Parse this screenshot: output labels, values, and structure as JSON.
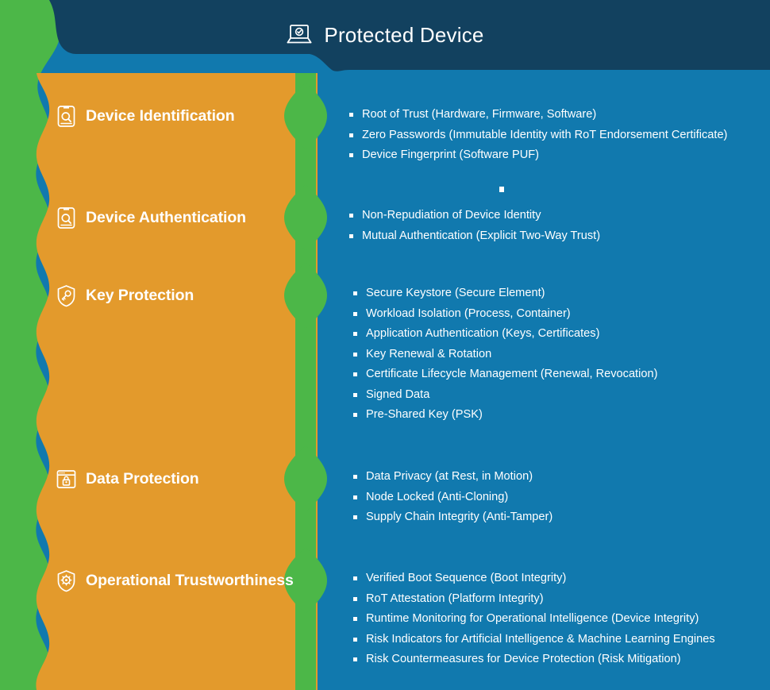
{
  "header": {
    "title": "Protected Device",
    "icon": "laptop-shield-check-icon"
  },
  "colors": {
    "green": "#4CB748",
    "orange": "#E39A2C",
    "blue": "#1179AE",
    "navy": "#12415F",
    "text": "#FFFFFF"
  },
  "categories": [
    {
      "label": "Device Identification",
      "icon": "device-magnifier-icon",
      "items": [
        "Root of Trust (Hardware, Firmware, Software)",
        "Zero Passwords (Immutable Identity with RoT Endorsement Certificate)",
        "Device Fingerprint (Software PUF)"
      ]
    },
    {
      "label": "Device Authentication",
      "icon": "device-magnifier-icon",
      "items": [
        "Non-Repudiation of Device Identity",
        "Mutual Authentication (Explicit Two-Way Trust)"
      ]
    },
    {
      "label": "Key Protection",
      "icon": "shield-key-icon",
      "items": [
        "Secure Keystore (Secure Element)",
        "Workload Isolation (Process, Container)",
        "Application Authentication (Keys, Certificates)",
        "Key Renewal & Rotation",
        "Certificate Lifecycle Management (Renewal, Revocation)",
        "Signed Data",
        "Pre-Shared Key (PSK)"
      ]
    },
    {
      "label": "Data Protection",
      "icon": "window-padlock-icon",
      "items": [
        "Data Privacy (at Rest, in Motion)",
        "Node Locked (Anti-Cloning)",
        "Supply Chain Integrity (Anti-Tamper)"
      ]
    },
    {
      "label": "Operational Trustworthiness",
      "icon": "shield-gear-icon",
      "items": [
        "Verified Boot Sequence (Boot Integrity)",
        "RoT Attestation (Platform Integrity)",
        "Runtime Monitoring for Operational Intelligence (Device Integrity)",
        "Risk Indicators for Artificial Intelligence & Machine Learning Engines",
        "Risk Countermeasures for Device Protection (Risk Mitigation)"
      ]
    }
  ]
}
